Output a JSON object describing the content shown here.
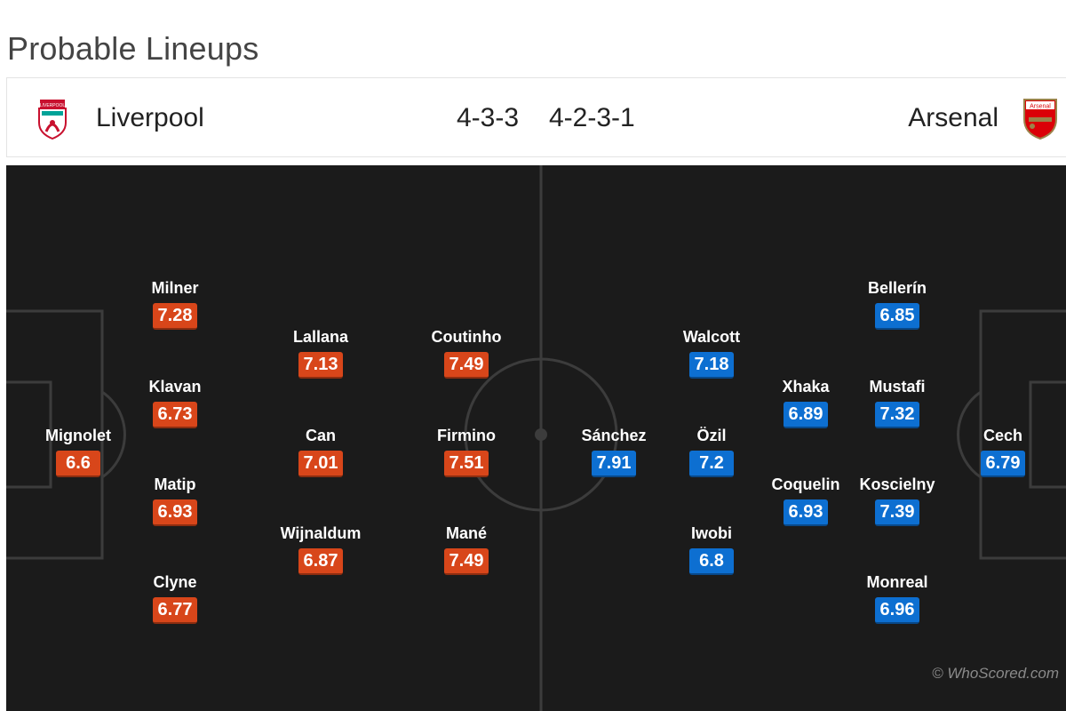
{
  "page_title": "Probable Lineups",
  "home": {
    "name": "Liverpool",
    "formation": "4-3-3",
    "color": "#d8461a",
    "crest": "liverpool-crest-icon",
    "crest_text": "LIVERPOOL"
  },
  "away": {
    "name": "Arsenal",
    "formation": "4-2-3-1",
    "color": "#0d6fd1",
    "crest": "arsenal-crest-icon",
    "crest_text": "Arsenal"
  },
  "home_players": [
    {
      "name": "Mignolet",
      "rating": "6.6"
    },
    {
      "name": "Milner",
      "rating": "7.28"
    },
    {
      "name": "Klavan",
      "rating": "6.73"
    },
    {
      "name": "Matip",
      "rating": "6.93"
    },
    {
      "name": "Clyne",
      "rating": "6.77"
    },
    {
      "name": "Lallana",
      "rating": "7.13"
    },
    {
      "name": "Can",
      "rating": "7.01"
    },
    {
      "name": "Wijnaldum",
      "rating": "6.87"
    },
    {
      "name": "Coutinho",
      "rating": "7.49"
    },
    {
      "name": "Firmino",
      "rating": "7.51"
    },
    {
      "name": "Mané",
      "rating": "7.49"
    }
  ],
  "away_players": [
    {
      "name": "Cech",
      "rating": "6.79"
    },
    {
      "name": "Bellerín",
      "rating": "6.85"
    },
    {
      "name": "Mustafi",
      "rating": "7.32"
    },
    {
      "name": "Koscielny",
      "rating": "7.39"
    },
    {
      "name": "Monreal",
      "rating": "6.96"
    },
    {
      "name": "Xhaka",
      "rating": "6.89"
    },
    {
      "name": "Coquelin",
      "rating": "6.93"
    },
    {
      "name": "Walcott",
      "rating": "7.18"
    },
    {
      "name": "Özil",
      "rating": "7.2"
    },
    {
      "name": "Iwobi",
      "rating": "6.8"
    },
    {
      "name": "Sánchez",
      "rating": "7.91"
    }
  ],
  "watermark": "© WhoScored.com"
}
